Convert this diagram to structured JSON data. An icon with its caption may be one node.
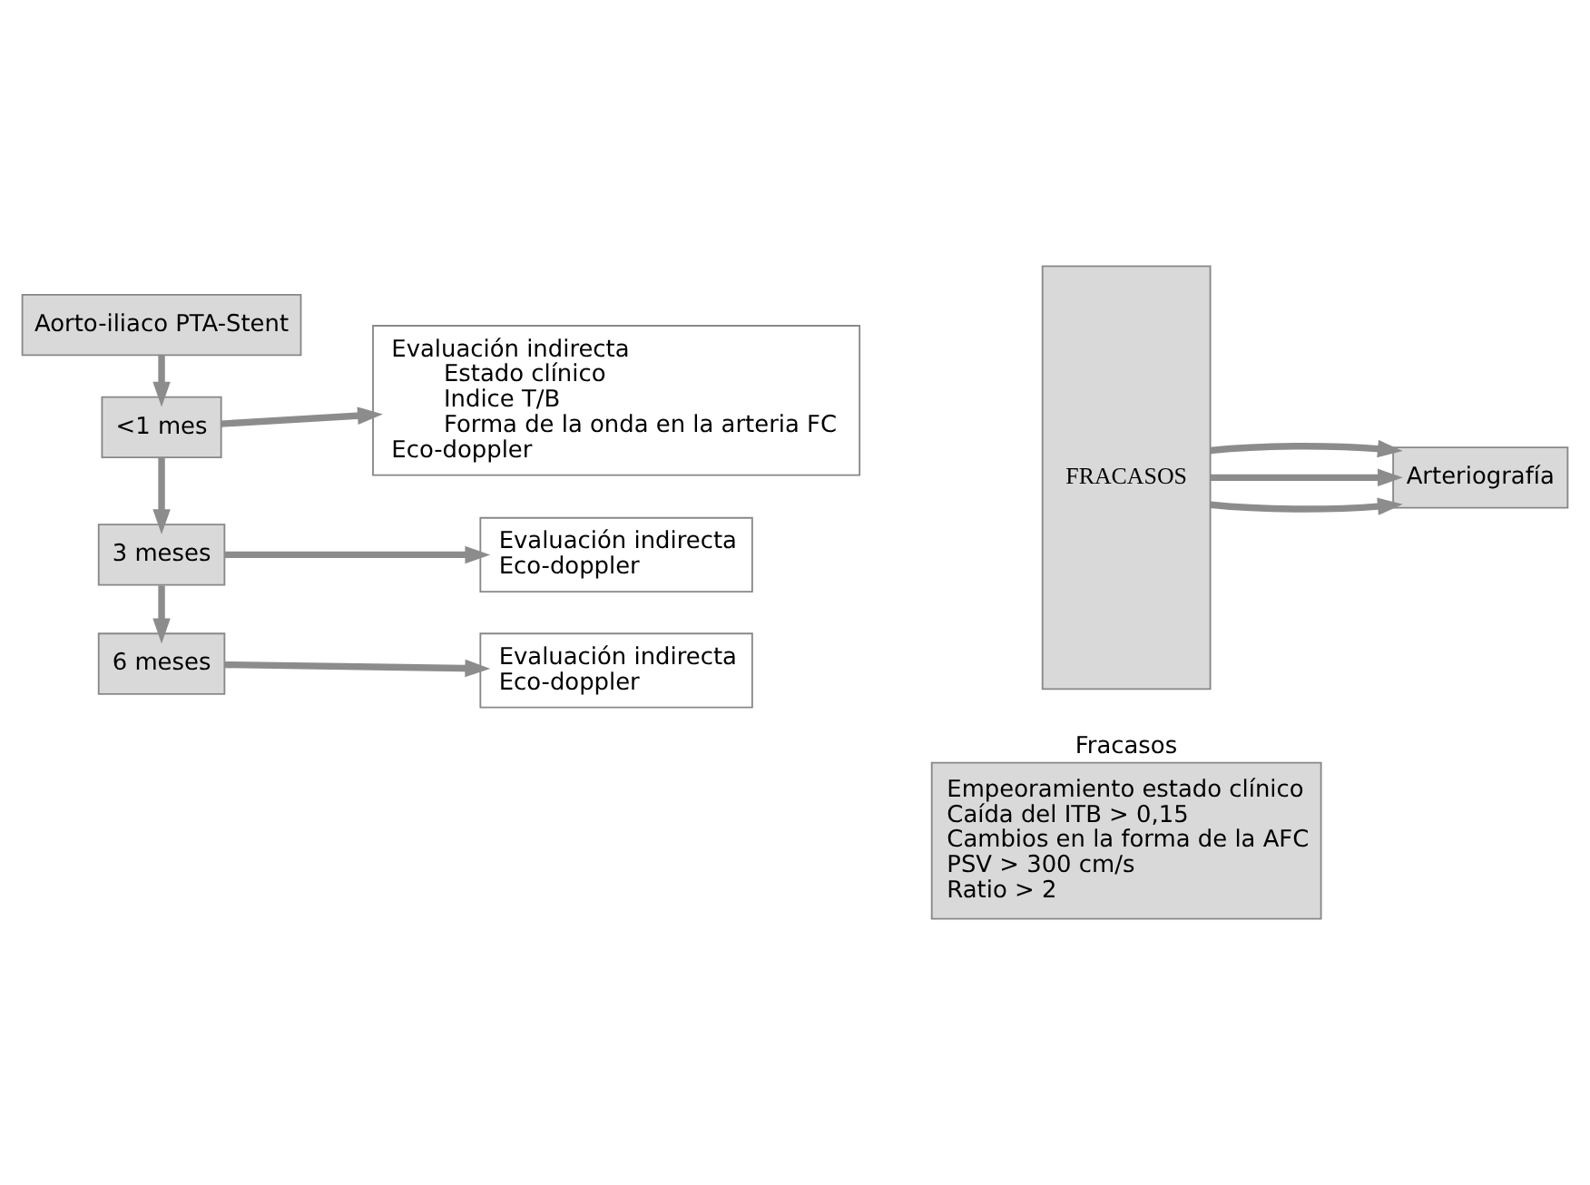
{
  "diagram": {
    "nodes": [
      {
        "text": [
          "Aorto-iliaco PTA-Stent"
        ]
      },
      {
        "text": [
          "<1 mes"
        ]
      },
      {
        "text": [
          "3 meses"
        ]
      },
      {
        "text": [
          "6 meses"
        ]
      },
      {
        "text": [
          "Evaluación indirecta",
          "Estado clínico",
          "Indice T/B",
          "Forma de la onda en la arteria FC",
          "Eco-doppler"
        ]
      },
      {
        "text": [
          "Evaluación indirecta",
          "Eco-doppler"
        ]
      },
      {
        "text": [
          "Evaluación indirecta",
          "Eco-doppler"
        ]
      },
      {
        "text": [
          "FRACASOS"
        ]
      },
      {
        "text": [
          "Arteriografía"
        ]
      },
      {
        "text": [
          "Fracasos",
          "Empeoramiento estado clínico",
          "Caída del ITB > 0,15",
          "Cambios en la forma de la AFC",
          "PSV > 300 cm/s",
          "Ratio > 2"
        ]
      }
    ],
    "edges": [
      {
        "from": 0,
        "to": 1,
        "arrow": "to"
      },
      {
        "from": 1,
        "to": 2,
        "arrow": "to"
      },
      {
        "from": 2,
        "to": 3,
        "arrow": "to"
      },
      {
        "from": 1,
        "to": 4,
        "arrow": "to"
      },
      {
        "from": 2,
        "to": 5,
        "arrow": "to"
      },
      {
        "from": 3,
        "to": 6,
        "arrow": "to"
      },
      {
        "from": 7,
        "to": 8,
        "arrow": "to"
      },
      {
        "from": 7,
        "to": 8,
        "arrow": "to"
      },
      {
        "from": 7,
        "to": 8,
        "arrow": "to"
      }
    ]
  }
}
